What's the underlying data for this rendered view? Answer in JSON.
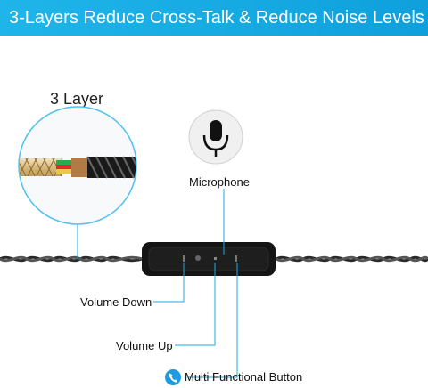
{
  "banner": {
    "title": "3-Layers Reduce Cross-Talk & Reduce Noise Levels",
    "color": "#16aee6"
  },
  "cable": {
    "layer_title": "3 Layer"
  },
  "labels": {
    "microphone": "Microphone",
    "volume_down": "Volume Down",
    "volume_up": "Volume Up",
    "multi_function": "Multi Functional Button"
  },
  "icons": {
    "microphone": "microphone-icon",
    "phone": "phone-icon"
  },
  "colors": {
    "accent": "#19a9e0",
    "remote": "#151515",
    "cable": "#2a2a2a"
  }
}
